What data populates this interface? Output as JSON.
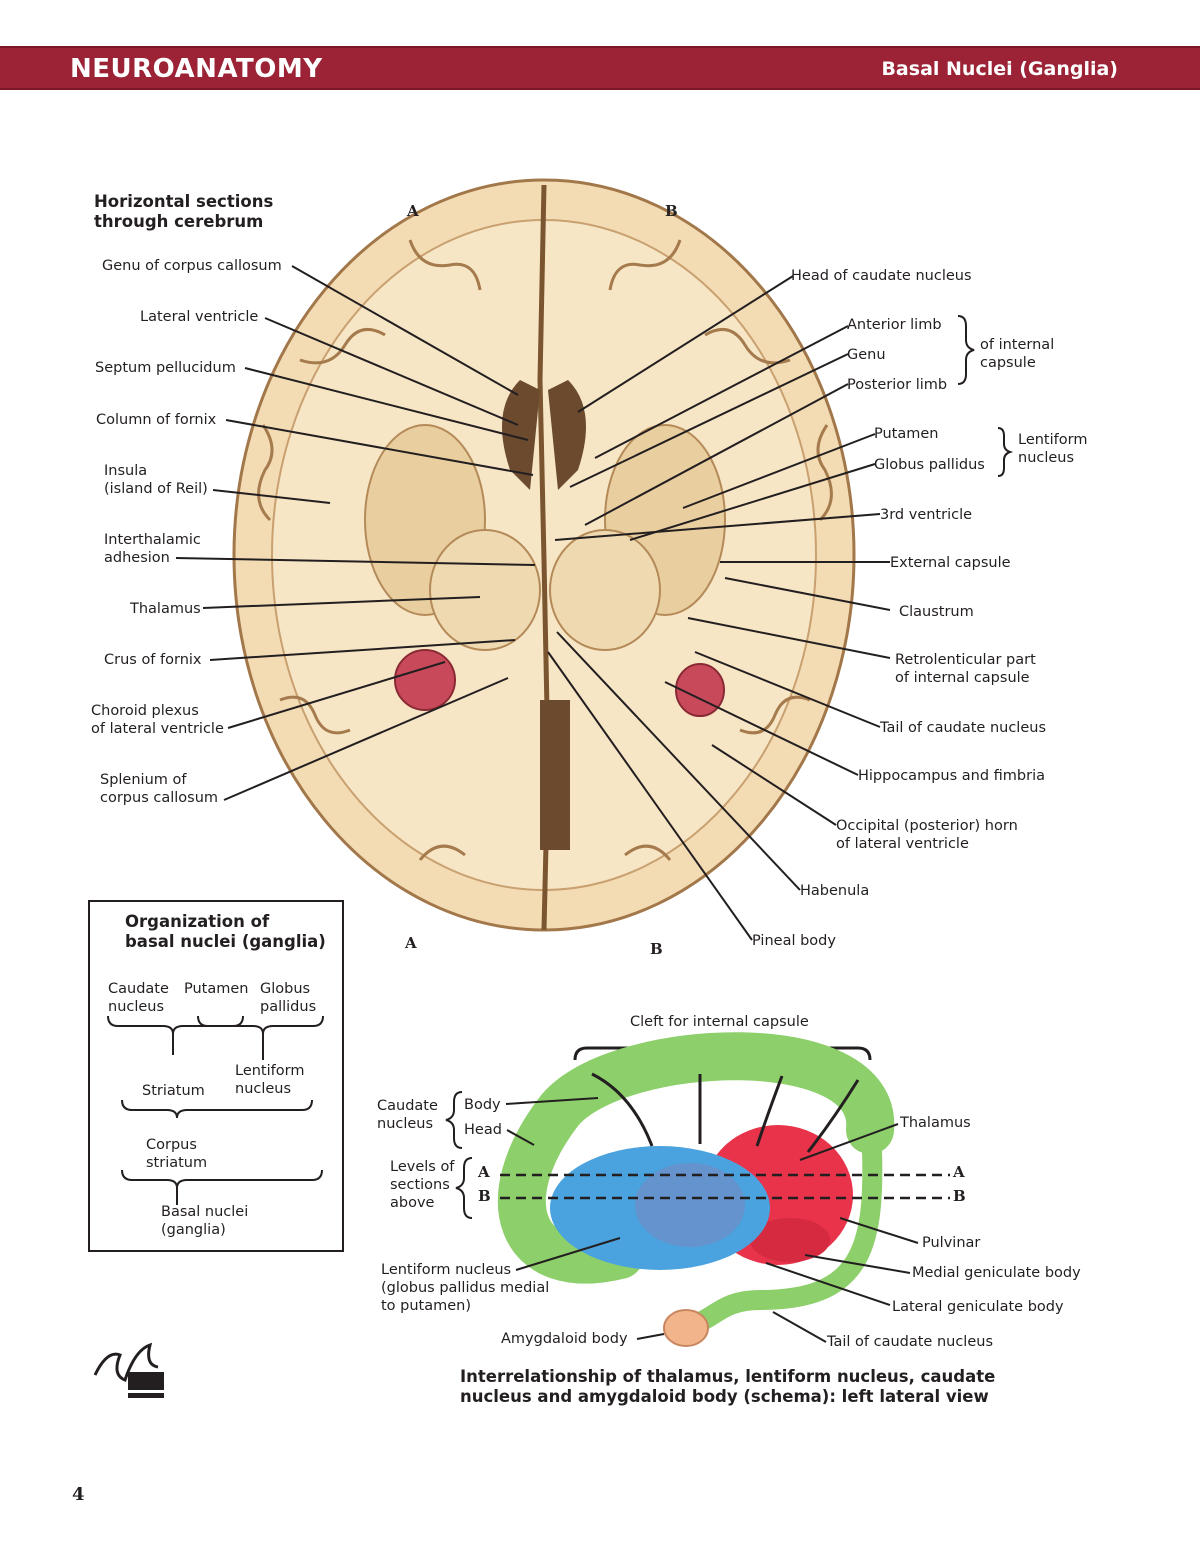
{
  "header": {
    "title": "NEUROANATOMY",
    "subtitle": "Basal Nuclei (Ganglia)"
  },
  "figure_top": {
    "title": "Horizontal sections\nthrough cerebrum",
    "section_marks": {
      "a_top": "A",
      "b_top": "B",
      "a_bottom": "A",
      "b_bottom": "B"
    },
    "left_labels": {
      "genu_cc": "Genu of corpus callosum",
      "lateral_ventricle": "Lateral ventricle",
      "septum": "Septum pellucidum",
      "column_fornix": "Column of fornix",
      "insula": "Insula\n(island of Reil)",
      "interthalamic": "Interthalamic\nadhesion",
      "thalamus": "Thalamus",
      "crus_fornix": "Crus of fornix",
      "choroid": "Choroid plexus\nof lateral ventricle",
      "splenium": "Splenium of\ncorpus callosum"
    },
    "right_labels": {
      "head_caudate": "Head of caudate nucleus",
      "anterior_limb": "Anterior limb",
      "genu": "Genu",
      "posterior_limb": "Posterior limb",
      "internal_capsule": "of internal\ncapsule",
      "putamen": "Putamen",
      "globus": "Globus pallidus",
      "lentiform": "Lentiform\nnucleus",
      "third_ventricle": "3rd ventricle",
      "external_capsule": "External capsule",
      "claustrum": "Claustrum",
      "retrolenticular": "Retrolenticular part\nof internal capsule",
      "tail_caudate": "Tail of caudate nucleus",
      "hippocampus": "Hippocampus and fimbria",
      "occipital_horn": "Occipital (posterior) horn\nof lateral ventricle",
      "habenula": "Habenula",
      "pineal": "Pineal body"
    }
  },
  "organization": {
    "title": "Organization of\nbasal nuclei (ganglia)",
    "caudate": "Caudate\nnucleus",
    "putamen": "Putamen",
    "globus": "Globus\npallidus",
    "lentiform": "Lentiform\nnucleus",
    "striatum": "Striatum",
    "corpus_striatum": "Corpus\nstriatum",
    "basal_nuclei": "Basal nuclei\n(ganglia)"
  },
  "schema": {
    "cleft": "Cleft for internal capsule",
    "caudate_nucleus": "Caudate\nnucleus",
    "body": "Body",
    "head": "Head",
    "levels": "Levels of\nsections\nabove",
    "a_left": "A",
    "b_left": "B",
    "a_right": "A",
    "b_right": "B",
    "thalamus": "Thalamus",
    "pulvinar": "Pulvinar",
    "medial_geniculate": "Medial geniculate body",
    "lateral_geniculate": "Lateral geniculate body",
    "tail_caudate": "Tail of caudate nucleus",
    "lentiform": "Lentiform nucleus\n(globus pallidus medial\nto putamen)",
    "amygdaloid": "Amygdaloid body",
    "caption": "Interrelationship of thalamus, lentiform nucleus, caudate\nnucleus and amygdaloid body (schema): left lateral view"
  },
  "page_number": "4",
  "colors": {
    "header": "#9b2335",
    "caudate": "#8dcf6b",
    "thalamus": "#e8334a",
    "lentiform": "#4aa3de",
    "amygdala": "#f2b48a",
    "brain": "#f3dcb4"
  }
}
